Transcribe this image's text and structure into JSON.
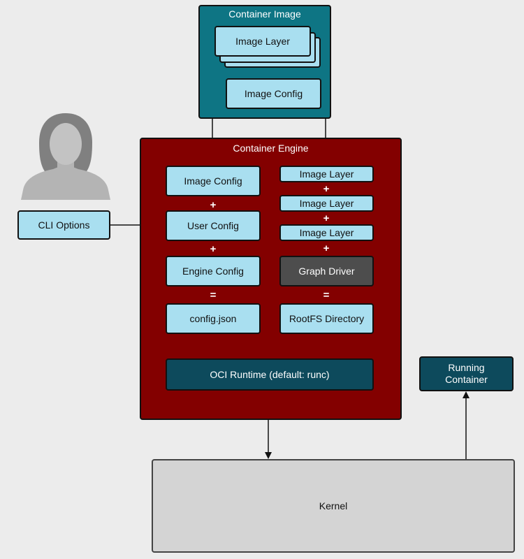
{
  "container_image": {
    "title": "Container Image",
    "image_layer": "Image Layer",
    "image_config": "Image Config"
  },
  "engine": {
    "title": "Container Engine",
    "config_column": {
      "image_config": "Image Config",
      "plus_1": "+",
      "user_config": "User Config",
      "plus_2": "+",
      "engine_config": "Engine Config",
      "equals": "=",
      "config_json": "config.json"
    },
    "layer_column": {
      "layer_1": "Image Layer",
      "plus_1": "+",
      "layer_2": "Image Layer",
      "plus_2": "+",
      "layer_3": "Image Layer",
      "plus_3": "+",
      "graph_driver": "Graph Driver",
      "equals": "=",
      "rootfs": "RootFS Directory"
    },
    "oci_runtime": "OCI Runtime (default: runc)"
  },
  "user": {
    "icon": "person-silhouette-icon",
    "cli_options": "CLI Options"
  },
  "running_container": "Running\nContainer",
  "kernel": "Kernel",
  "colors": {
    "container_image_bg": "#0e7584",
    "engine_bg": "#830000",
    "light_box": "#a9dff0",
    "dark_box": "#0d4a5c",
    "graph_driver": "#4d4d4d",
    "kernel": "#d4d4d4"
  }
}
